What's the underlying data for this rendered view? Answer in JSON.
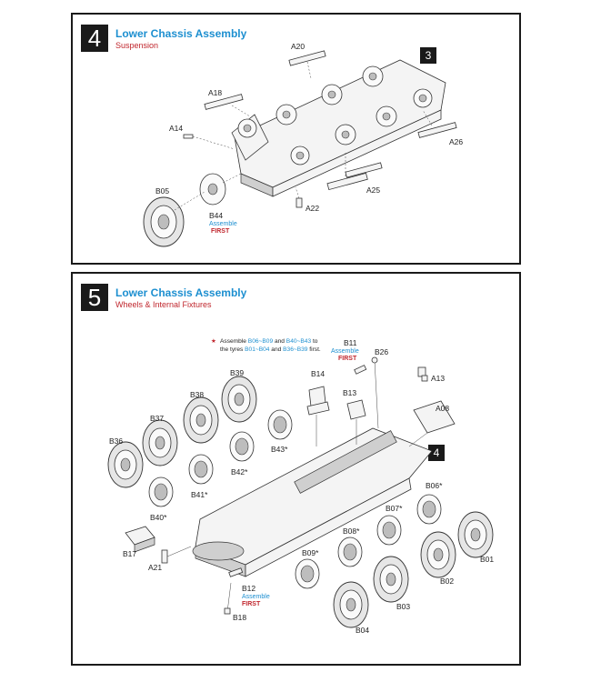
{
  "steps": [
    {
      "number": "4",
      "title": "Lower Chassis Assembly",
      "subtitle": "Suspension",
      "ref_badge": "3",
      "parts": {
        "a20": "A20",
        "a18": "A18",
        "a14": "A14",
        "a26": "A26",
        "a25": "A25",
        "a22": "A22",
        "b05": "B05",
        "b44": "B44"
      },
      "assemble_first": {
        "assemble": "Assemble",
        "first": "FIRST"
      }
    },
    {
      "number": "5",
      "title": "Lower Chassis Assembly",
      "subtitle": "Wheels & Internal Fixtures",
      "ref_badge": "4",
      "note": {
        "star": "★",
        "l1_a": "Assemble ",
        "l1_b": "B06~B09",
        "l1_c": " and ",
        "l1_d": "B40~B43",
        "l1_e": " to",
        "l2_a": "the tyres ",
        "l2_b": "B01~B04",
        "l2_c": " and ",
        "l2_d": "B36~B39",
        "l2_e": " first."
      },
      "parts": {
        "b11": "B11",
        "b26": "B26",
        "a13": "A13",
        "b14": "B14",
        "b13": "B13",
        "a08": "A08",
        "b39": "B39",
        "b38": "B38",
        "b37": "B37",
        "b36": "B36",
        "b43": "B43*",
        "b42": "B42*",
        "b41": "B41*",
        "b40": "B40*",
        "b06": "B06*",
        "b07": "B07*",
        "b08": "B08*",
        "b09": "B09*",
        "b01": "B01",
        "b02": "B02",
        "b03": "B03",
        "b04": "B04",
        "b17": "B17",
        "a21": "A21",
        "b12": "B12",
        "b18": "B18"
      },
      "assemble_first_b11": {
        "assemble": "Assemble",
        "first": "FIRST"
      },
      "assemble_first_b12": {
        "assemble": "Assemble",
        "first": "FIRST"
      }
    }
  ],
  "colors": {
    "accent_blue": "#1d8fd0",
    "accent_red": "#c0262d",
    "frame": "#1a1a1a"
  }
}
